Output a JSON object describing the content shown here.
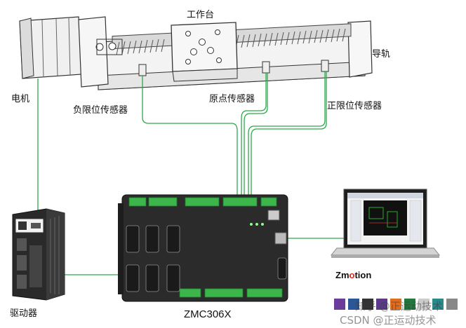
{
  "labels": {
    "workbench": "工作台",
    "guide_rail": "导轨",
    "motor": "电机",
    "neg_limit": "负限位传感器",
    "origin": "原点传感器",
    "pos_limit": "正限位传感器",
    "driver": "驱动器",
    "controller_model": "ZMC306X"
  },
  "brand": {
    "prefix": "Zm",
    "o": "o",
    "suffix": "tion"
  },
  "watermark": {
    "zhihu": "知乎 @正运动技术",
    "csdn": "CSDN @正运动技术"
  },
  "colors": {
    "wire": "#2fa84a",
    "terminal": "#3cb54a",
    "controller": "#2b2b2b",
    "brand_red": "#e2231a"
  }
}
